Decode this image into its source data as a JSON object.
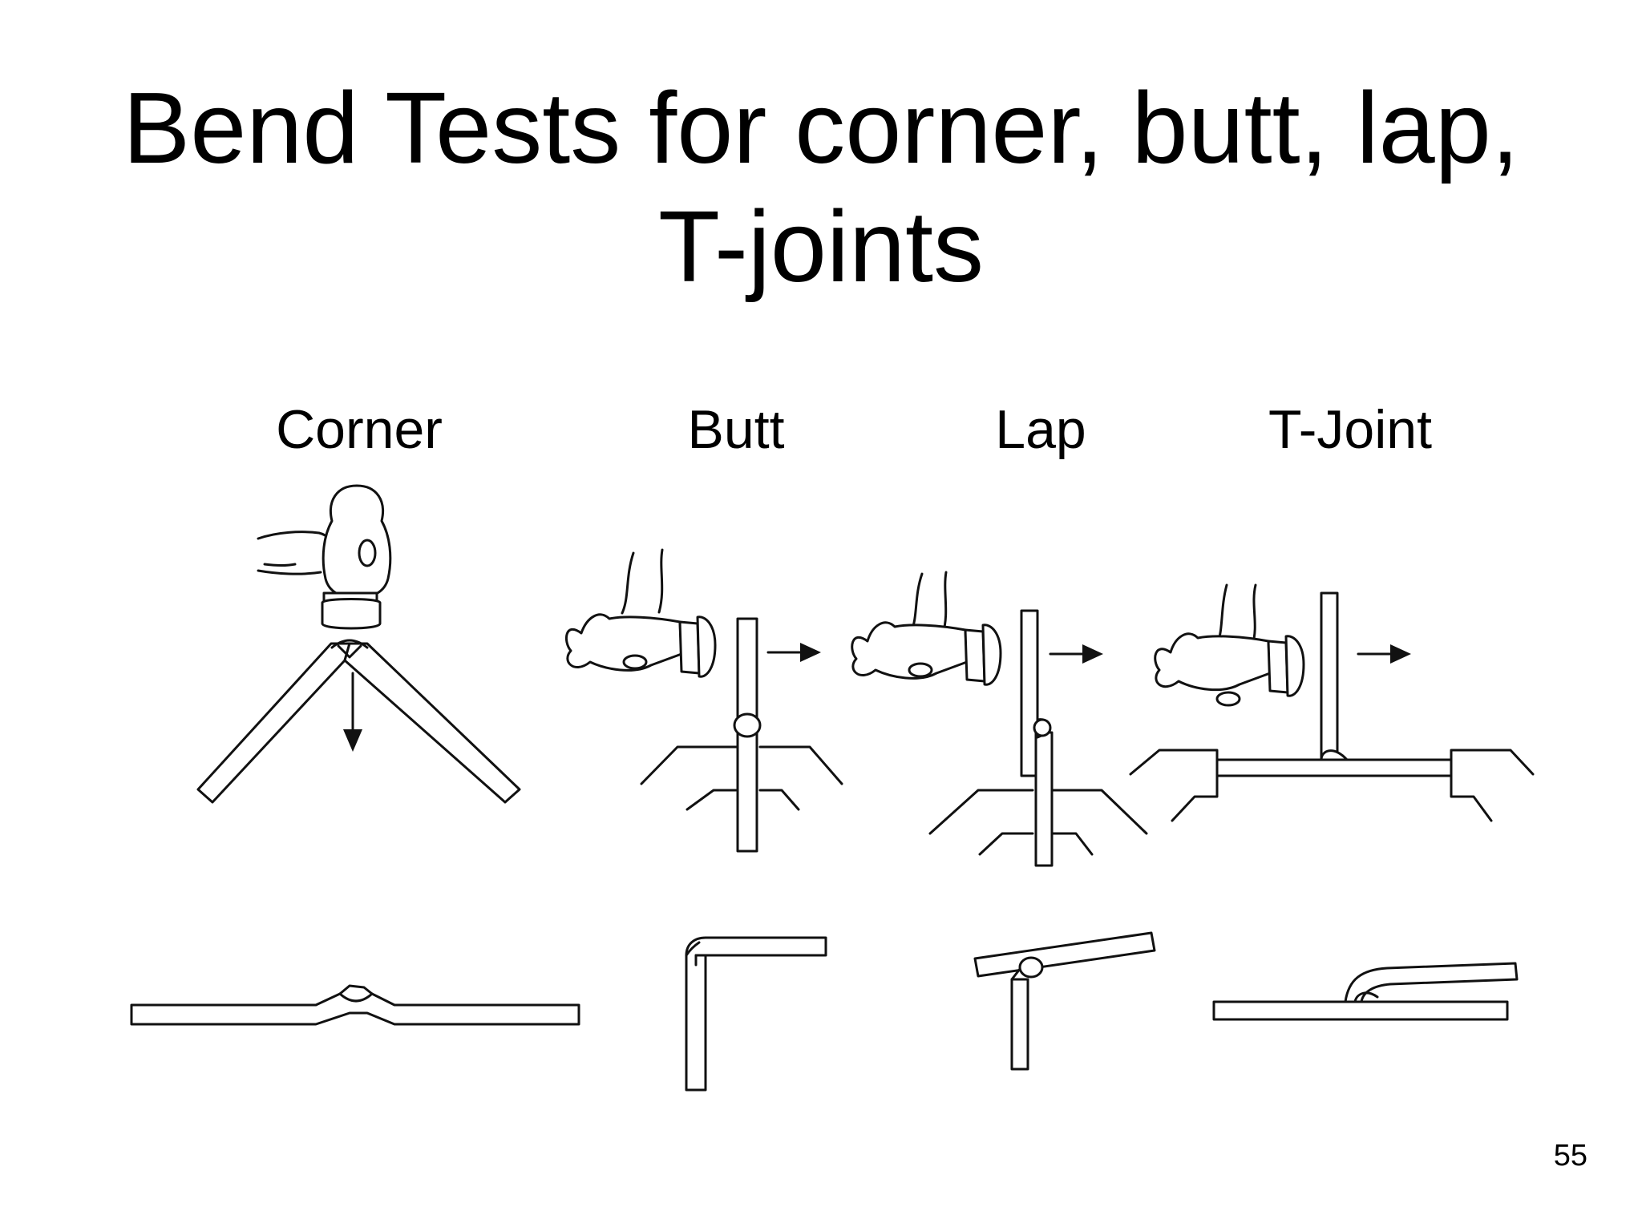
{
  "title": {
    "line1": "Bend Tests for corner, butt, lap,",
    "line2": "T-joints"
  },
  "labels": {
    "corner": "Corner",
    "butt": "Butt",
    "lap": "Lap",
    "tjoint": "T-Joint"
  },
  "page_number": "55"
}
